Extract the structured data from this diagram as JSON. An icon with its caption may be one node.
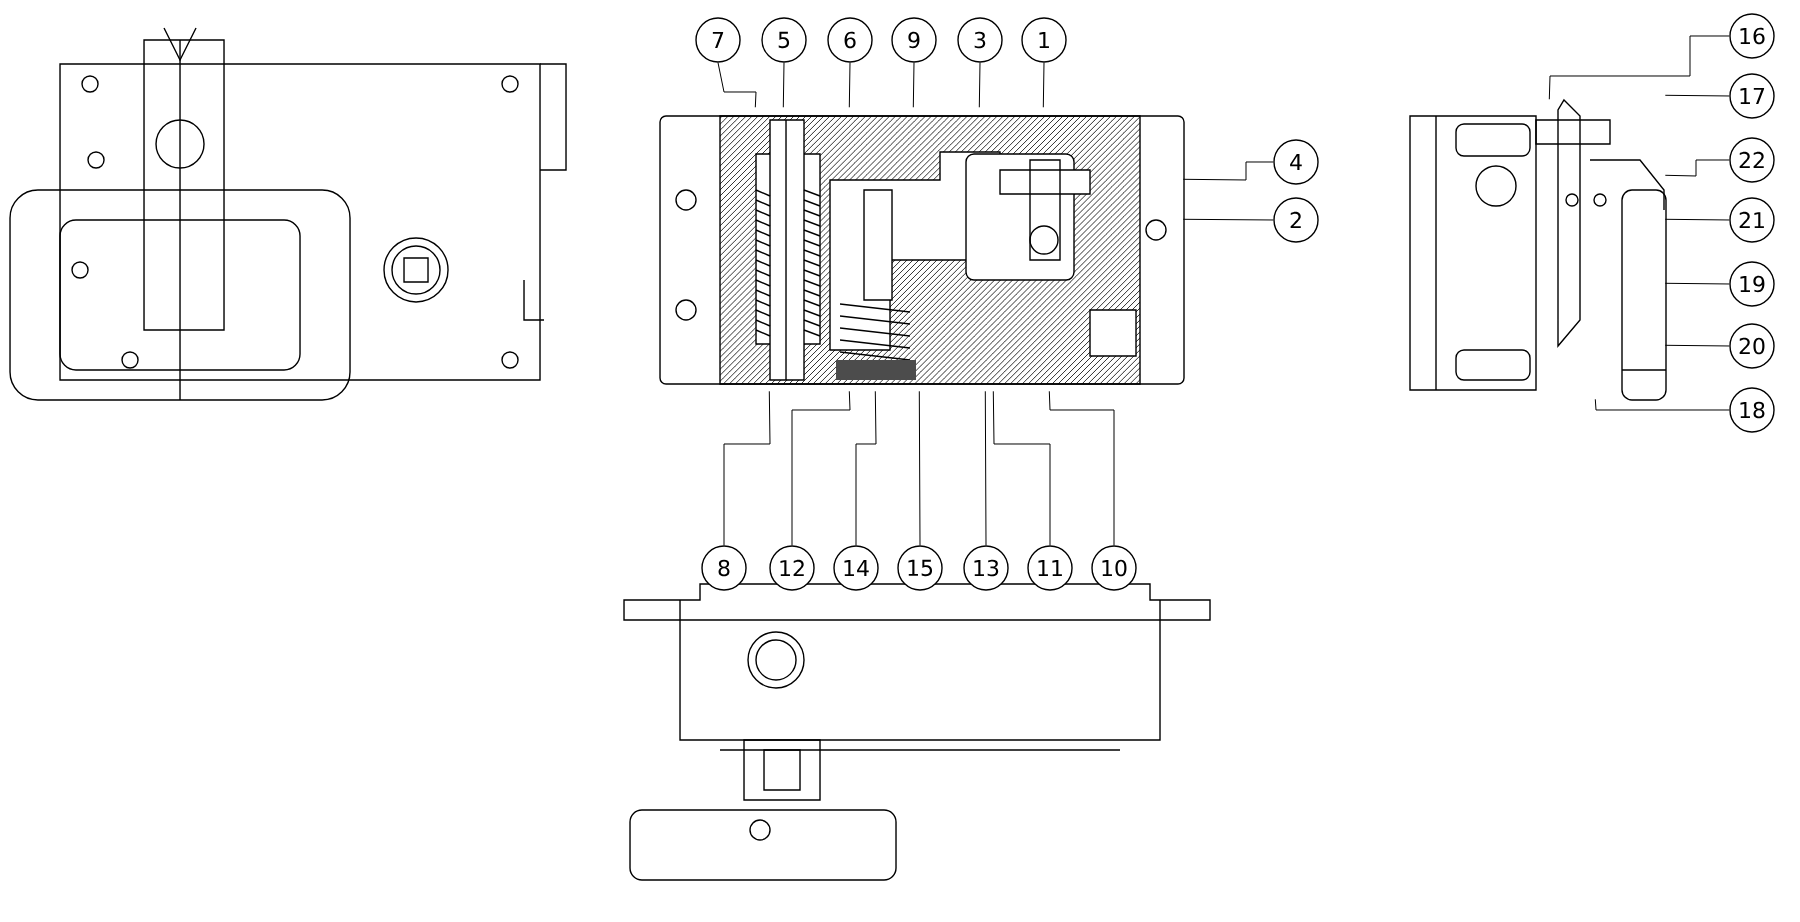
{
  "diagram": {
    "nodes": [
      {
        "text": [
          "7"
        ]
      },
      {
        "text": [
          "5"
        ]
      },
      {
        "text": [
          "6"
        ]
      },
      {
        "text": [
          "9"
        ]
      },
      {
        "text": [
          "3"
        ]
      },
      {
        "text": [
          "1"
        ]
      },
      {
        "text": [
          "4"
        ]
      },
      {
        "text": [
          "2"
        ]
      },
      {
        "text": [
          "8"
        ]
      },
      {
        "text": [
          "12"
        ]
      },
      {
        "text": [
          "14"
        ]
      },
      {
        "text": [
          "15"
        ]
      },
      {
        "text": [
          "13"
        ]
      },
      {
        "text": [
          "11"
        ]
      },
      {
        "text": [
          "10"
        ]
      },
      {
        "text": [
          "16"
        ]
      },
      {
        "text": [
          "17"
        ]
      },
      {
        "text": [
          "22"
        ]
      },
      {
        "text": [
          "21"
        ]
      },
      {
        "text": [
          "19"
        ]
      },
      {
        "text": [
          "20"
        ]
      },
      {
        "text": [
          "18"
        ]
      },
      {
        "text": [],
        "shape": "picture"
      },
      {
        "text": [],
        "shape": "picture"
      }
    ],
    "edges": [
      {
        "from": 0,
        "to": 22,
        "arrow": "none"
      },
      {
        "from": 1,
        "to": 22,
        "arrow": "none"
      },
      {
        "from": 2,
        "to": 22,
        "arrow": "none"
      },
      {
        "from": 3,
        "to": 22,
        "arrow": "none"
      },
      {
        "from": 4,
        "to": 22,
        "arrow": "none"
      },
      {
        "from": 5,
        "to": 22,
        "arrow": "none"
      },
      {
        "from": 6,
        "to": 22,
        "arrow": "none"
      },
      {
        "from": 7,
        "to": 22,
        "arrow": "none"
      },
      {
        "from": 8,
        "to": 22,
        "arrow": "none"
      },
      {
        "from": 9,
        "to": 22,
        "arrow": "none"
      },
      {
        "from": 10,
        "to": 22,
        "arrow": "none"
      },
      {
        "from": 11,
        "to": 22,
        "arrow": "none"
      },
      {
        "from": 12,
        "to": 22,
        "arrow": "none"
      },
      {
        "from": 13,
        "to": 22,
        "arrow": "none"
      },
      {
        "from": 14,
        "to": 22,
        "arrow": "none"
      },
      {
        "from": 15,
        "to": 23,
        "arrow": "none"
      },
      {
        "from": 16,
        "to": 23,
        "arrow": "none"
      },
      {
        "from": 17,
        "to": 23,
        "arrow": "none"
      },
      {
        "from": 18,
        "to": 23,
        "arrow": "none"
      },
      {
        "from": 19,
        "to": 23,
        "arrow": "none"
      },
      {
        "from": 20,
        "to": 23,
        "arrow": "none"
      },
      {
        "from": 21,
        "to": 23,
        "arrow": "none"
      }
    ]
  }
}
